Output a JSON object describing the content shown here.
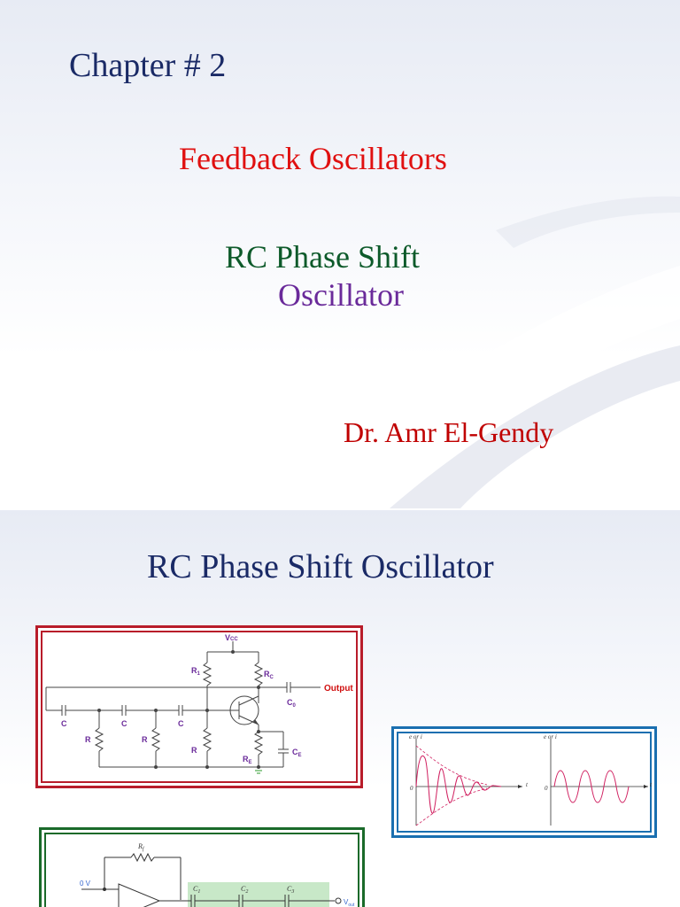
{
  "slide1": {
    "chapter": "Chapter # 2",
    "topic": "Feedback Oscillators",
    "subtitle_line1": "RC Phase Shift",
    "subtitle_line2": "Oscillator",
    "author": "Dr. Amr El-Gendy"
  },
  "slide2": {
    "title": "RC Phase Shift Oscillator",
    "transistor_circuit": {
      "vcc": "V",
      "vcc_sub": "CC",
      "r1": "R",
      "r1_sub": "1",
      "rc": "R",
      "rc_sub": "C",
      "c0": "C",
      "c0_sub": "0",
      "output": "Output",
      "capacitor": "C",
      "resistor": "R",
      "re": "R",
      "re_sub": "E",
      "ce": "C",
      "ce_sub": "E"
    },
    "waveforms": {
      "yaxis": "e or i",
      "xaxis": "t",
      "origin": "0"
    },
    "opamp_circuit": {
      "rf": "R",
      "rf_sub": "f",
      "zero_v": "0 V",
      "c1": "C",
      "c1_sub": "1",
      "c2": "C",
      "c2_sub": "2",
      "c3": "C",
      "c3_sub": "3",
      "vout": "V",
      "vout_sub": "out"
    }
  },
  "colors": {
    "navy": "#1a2a66",
    "red": "#e01010",
    "green": "#0d5a2a",
    "purple": "#6a2a9a",
    "dark_red": "#c00000",
    "frame_red": "#b81c2a",
    "frame_blue": "#1a6fb0",
    "frame_green": "#1a6a2a"
  }
}
